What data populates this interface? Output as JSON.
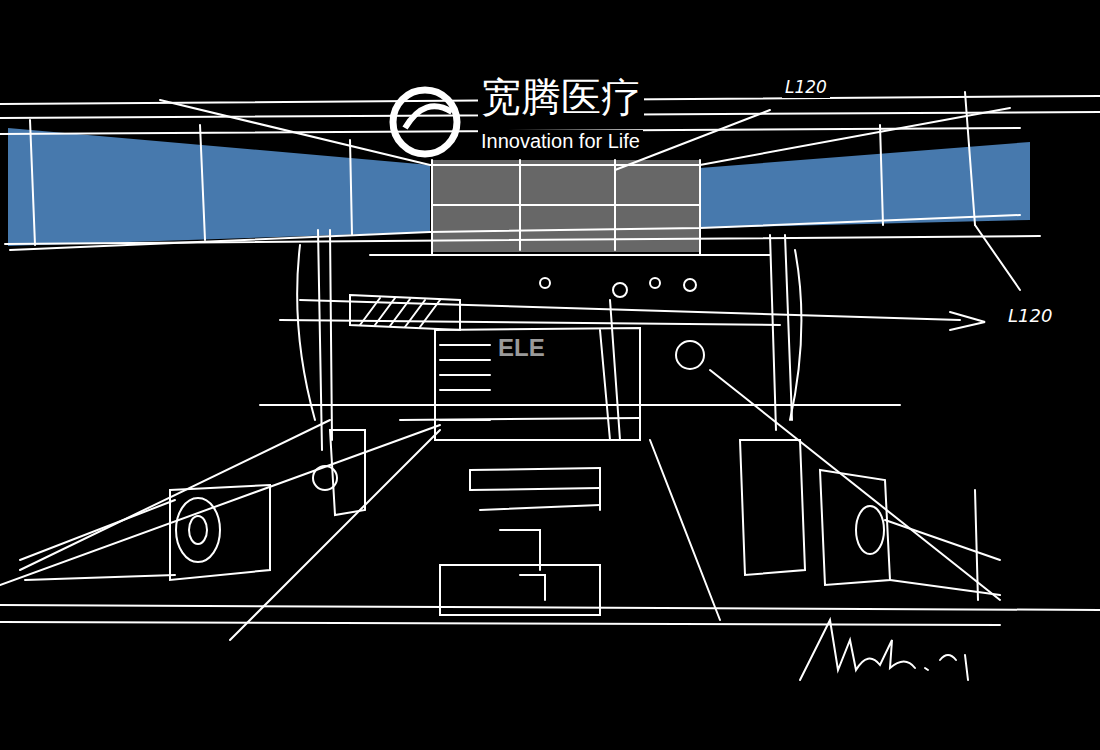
{
  "diagram": {
    "labels": [
      "宽腾医疗",
      "Innovation for Life",
      "L120",
      "L120",
      "ELE"
    ]
  }
}
